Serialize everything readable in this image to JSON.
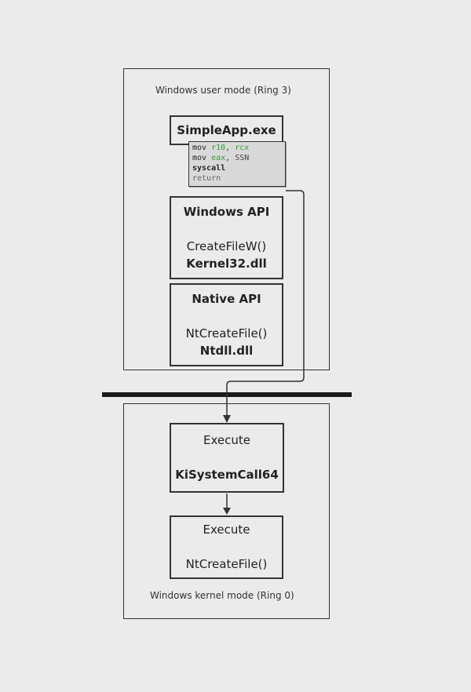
{
  "user_mode": {
    "label": "Windows user mode (Ring 3)",
    "app": {
      "title": "SimpleApp.exe"
    },
    "code": {
      "line1": {
        "op": "mov",
        "a": "r10",
        "sep": ",",
        "b": "rcx"
      },
      "line2": {
        "op": "mov",
        "a": "eax",
        "sep": ",",
        "b": "SSN"
      },
      "line3": "syscall",
      "line4": "return"
    },
    "windows_api": {
      "title": "Windows API",
      "function": "CreateFileW()",
      "dll": "Kernel32.dll"
    },
    "native_api": {
      "title": "Native API",
      "function": "NtCreateFile()",
      "dll": "Ntdll.dll"
    }
  },
  "kernel_mode": {
    "label": "Windows kernel mode (Ring 0)",
    "syscall_handler": {
      "action": "Execute",
      "name": "KiSystemCall64"
    },
    "kernel_function": {
      "action": "Execute",
      "name": "NtCreateFile()"
    }
  },
  "colors": {
    "register_highlight": "#3a9a3a",
    "divider": "#1a1a1a"
  }
}
